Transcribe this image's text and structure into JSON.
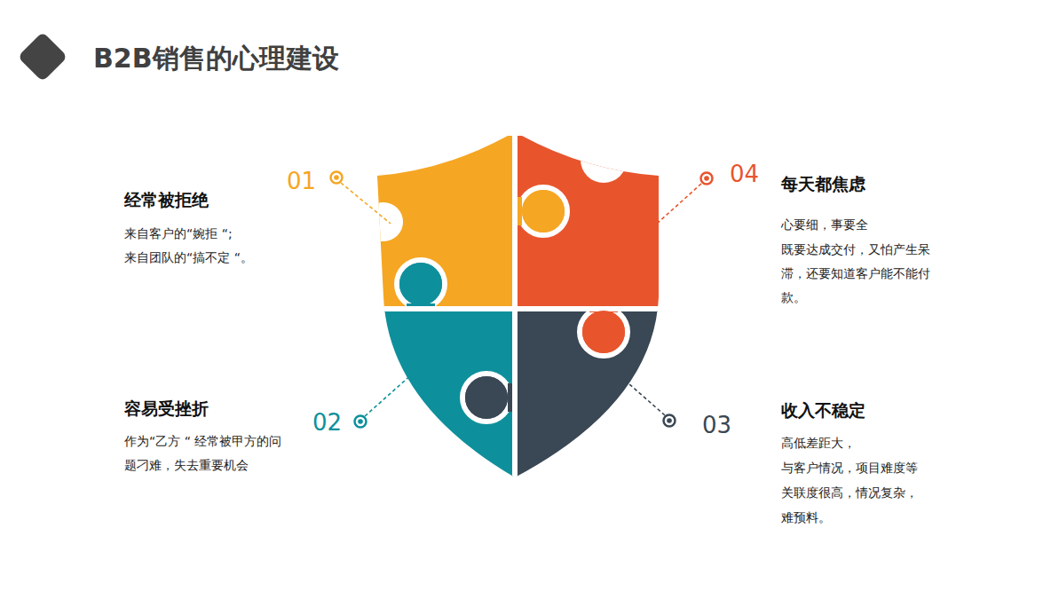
{
  "diagram": {
    "title": "B2B销售的心理建设",
    "labels": [
      "01",
      "经常被拒绝",
      "来自客户的“婉拒 “;",
      "来自团队的“搞不定 “。",
      "02",
      "容易受挫折",
      "作为“乙方 “ 经常被甲方的问题刁难，失去重要机会",
      "03",
      "收入不稳定",
      "高低差距大，",
      "与客户情况，项目难度等关联度很高，情况复杂，难预料。",
      "04",
      "每天都焦虑",
      "心要细，事要全",
      "既要达成交付，又怕产生呆滞，还要知道客户能不能付款。"
    ]
  }
}
